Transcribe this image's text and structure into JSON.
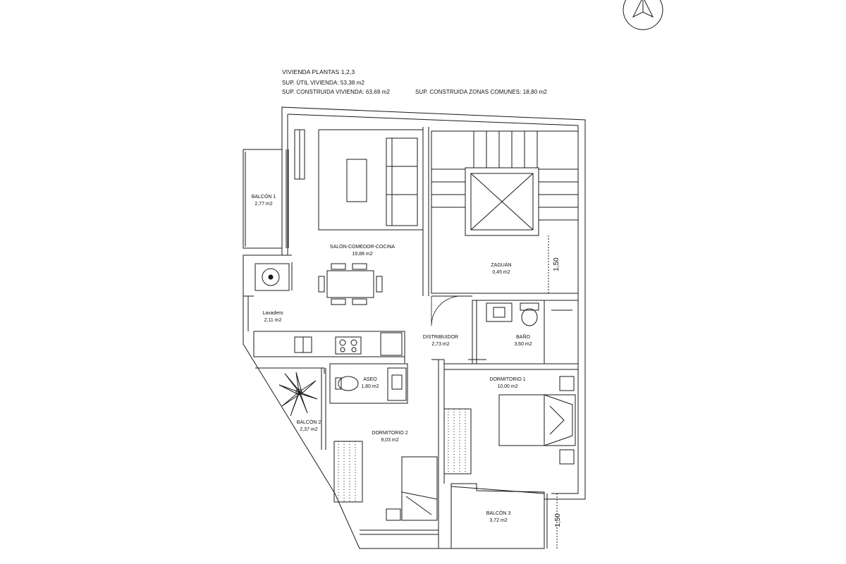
{
  "header": {
    "title": "VIVIENDA PLANTAS 1,2,3",
    "sup_util": "SUP. ÚTIL VIVIENDA: 53,38 m2",
    "sup_construida": "SUP. CONSTRUIDA VIVIENDA: 63,69 m2",
    "sup_comunes": "SUP. CONSTRUIDA ZONAS COMUNES: 18,80 m2"
  },
  "rooms": {
    "salon": {
      "name": "SALÓN-COMEDOR-COCINA",
      "area": "19,88 m2"
    },
    "balcon1": {
      "name": "BALCÓN 1",
      "area": "2,77 m2"
    },
    "lavadero": {
      "name": "Lavadero",
      "area": "2,11 m2"
    },
    "zaguan": {
      "name": "ZAGUÁN",
      "area": "0,45 m2"
    },
    "distribuidor": {
      "name": "DISTRIBUIDOR",
      "area": "2,73 m2"
    },
    "bano": {
      "name": "BAÑO",
      "area": "3,60 m2"
    },
    "aseo": {
      "name": "ASEO",
      "area": "1,80 m2"
    },
    "dormitorio1": {
      "name": "DORMITORIO 1",
      "area": "10,00 m2"
    },
    "balcon2": {
      "name": "BALCÓN 2",
      "area": "2,37 m2"
    },
    "dormitorio2": {
      "name": "DORMITORIO 2",
      "area": "9,03 m2"
    },
    "balcon3": {
      "name": "BALCÓN 3",
      "area": "3,72 m2"
    }
  },
  "dimensions": {
    "zaguan_depth": "1,50",
    "balcon3_depth": "1,50"
  },
  "colors": {
    "line": "#1a1a1a",
    "background": "#ffffff"
  },
  "icons": {
    "north": "north-arrow-icon",
    "plant": "plant-icon"
  }
}
